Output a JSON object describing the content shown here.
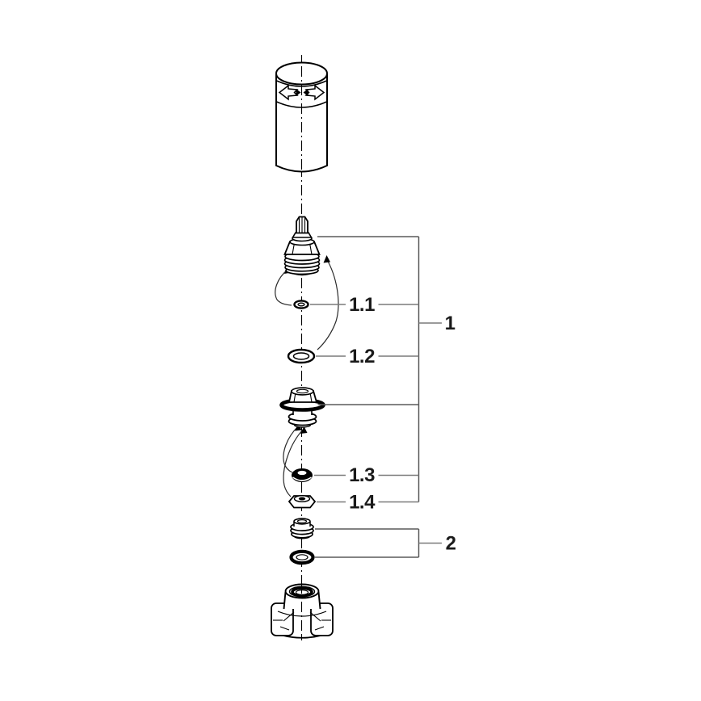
{
  "diagram": {
    "labels": {
      "group_1": "1",
      "group_2": "2",
      "item_1_1": "1.1",
      "item_1_2": "1.2",
      "item_1_3": "1.3",
      "item_1_4": "1.4"
    },
    "colors": {
      "line": "#000000",
      "leader_line": "#7a7a7a",
      "label_text": "#1a1a1a",
      "background": "#ffffff"
    }
  }
}
